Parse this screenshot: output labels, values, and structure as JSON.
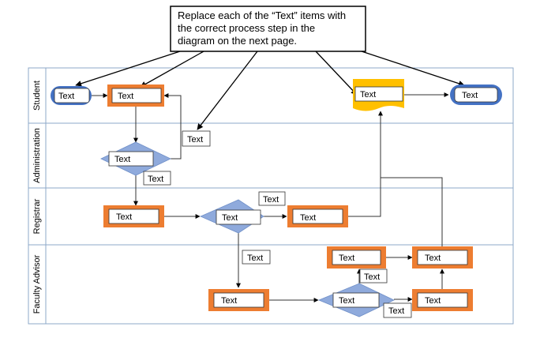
{
  "callout": {
    "lines": [
      "Replace each of the “Text” items with",
      "the correct process step in the",
      "diagram on the next page."
    ]
  },
  "lanes": [
    "Student",
    "Administration",
    "Registrar",
    "Faculty Advisor"
  ],
  "items": {
    "student_start": "Text",
    "student_task": "Text",
    "student_doc": "Text",
    "student_end": "Text",
    "admin_label": "Text",
    "admin_decision": "Text",
    "admin_no": "Text",
    "reg_task1": "Text",
    "reg_decision": "Text",
    "reg_label": "Text",
    "reg_task2": "Text",
    "reg_down_label": "Text",
    "fa_task_top": "Text",
    "fa_task_top_right": "Text",
    "fa_up_label": "Text",
    "fa_task_bottom": "Text",
    "fa_decision": "Text",
    "fa_no_label": "Text",
    "fa_task_bottom_right": "Text"
  },
  "colors": {
    "orange": "#ED7D31",
    "blue_fill": "#4472C4",
    "diamond_fill": "#8FAADC",
    "gold": "#FFC000",
    "lane_border": "#8EA9C8"
  }
}
